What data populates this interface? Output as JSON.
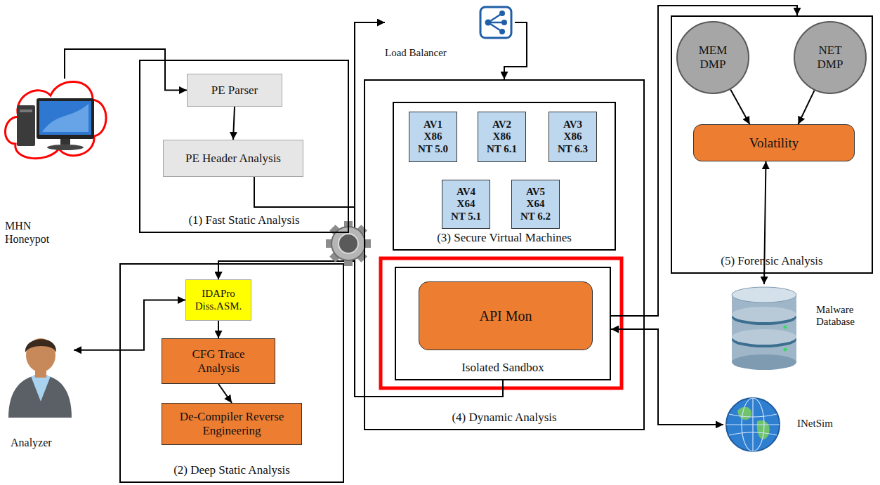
{
  "diagram": {
    "nodes": [
      {
        "text": [
          "MHN Honeypot"
        ]
      },
      {
        "text": [
          "(1) Fast Static Analysis"
        ]
      },
      {
        "text": [
          "PE Parser"
        ],
        "in": 1
      },
      {
        "text": [
          "PE Header Analysis"
        ],
        "in": 1
      },
      {
        "text": [
          "(2) Deep Static Analysis"
        ]
      },
      {
        "text": [
          "IDAPro Diss.ASM."
        ],
        "in": 4
      },
      {
        "text": [
          "CFG Trace Analysis"
        ],
        "in": 4
      },
      {
        "text": [
          "De-Compiler Reverse Engineering"
        ],
        "in": 4
      },
      {
        "text": [
          "Analyzer"
        ]
      },
      {
        "text": [
          "Load Balancer"
        ]
      },
      {
        "text": [
          "(4) Dynamic Analysis"
        ]
      },
      {
        "text": [
          "(3) Secure Virtual Machines"
        ],
        "in": 10
      },
      {
        "text": [
          "AV1 X86 NT 5.0"
        ],
        "in": 11
      },
      {
        "text": [
          "AV2 X86 NT 6.1"
        ],
        "in": 11
      },
      {
        "text": [
          "AV3 X86 NT 6.3"
        ],
        "in": 11
      },
      {
        "text": [
          "AV4 X64 NT 5.1"
        ],
        "in": 11
      },
      {
        "text": [
          "AV5 X64 NT 6.2"
        ],
        "in": 11
      },
      {
        "text": [
          "Isolated Sandbox"
        ],
        "in": 10
      },
      {
        "text": [
          "API Mon"
        ],
        "in": 17
      },
      {
        "text": [
          "(5) Forensic Analysis"
        ]
      },
      {
        "text": [
          "MEM DMP"
        ],
        "in": 19
      },
      {
        "text": [
          "NET DMP"
        ],
        "in": 19
      },
      {
        "text": [
          "Volatility"
        ],
        "in": 19
      },
      {
        "text": [
          "Malware Database"
        ]
      },
      {
        "text": [
          "INetSim"
        ]
      }
    ],
    "edges": [
      {
        "from": 0,
        "to": 2,
        "arrow": "to"
      },
      {
        "from": 2,
        "to": 3,
        "arrow": "to"
      },
      {
        "from": 3,
        "to": 9,
        "arrow": "to"
      },
      {
        "from": 3,
        "to": 5,
        "arrow": "to"
      },
      {
        "from": 9,
        "to": 10,
        "arrow": "to"
      },
      {
        "from": 5,
        "to": 8,
        "arrow": "both"
      },
      {
        "from": 5,
        "to": 6,
        "arrow": "to"
      },
      {
        "from": 6,
        "to": 7,
        "arrow": "to"
      },
      {
        "from": 17,
        "to": 5,
        "arrow": "to"
      },
      {
        "from": 18,
        "to": 19,
        "arrow": "to"
      },
      {
        "from": 17,
        "to": 24,
        "arrow": "both"
      },
      {
        "from": 22,
        "to": 23,
        "arrow": "both"
      },
      {
        "from": 20,
        "to": 22,
        "arrow": "to"
      },
      {
        "from": 21,
        "to": 22,
        "arrow": "to"
      }
    ]
  }
}
